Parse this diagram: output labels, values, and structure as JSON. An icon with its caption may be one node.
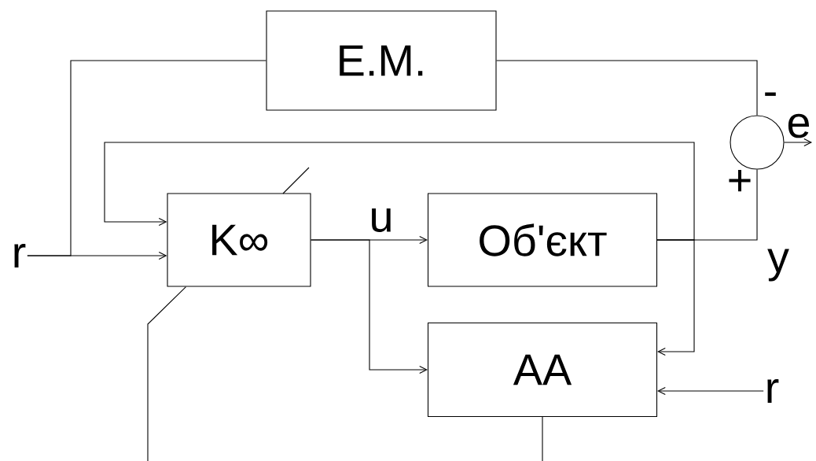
{
  "diagram": {
    "nodes": [
      {
        "text": [
          "E.M."
        ]
      },
      {
        "text": [],
        "shape": "circle"
      },
      {
        "text": [
          "K∞"
        ]
      },
      {
        "text": [
          "Об'єкт"
        ]
      },
      {
        "text": [
          "AA"
        ]
      },
      {
        "text": [
          "r"
        ]
      },
      {
        "text": [
          "r"
        ]
      },
      {
        "text": [
          "e"
        ]
      }
    ],
    "edges": [
      {
        "from": 5,
        "to": 2,
        "arrow": "to"
      },
      {
        "from": 5,
        "to": 0,
        "arrow": "none"
      },
      {
        "from": 0,
        "to": 1,
        "arrow": "none"
      },
      {
        "from": 2,
        "to": 3,
        "arrow": "to",
        "label": "u"
      },
      {
        "from": 2,
        "to": 4,
        "arrow": "to"
      },
      {
        "from": 3,
        "to": 1,
        "arrow": "none"
      },
      {
        "from": 3,
        "to": 2,
        "arrow": "to"
      },
      {
        "from": 3,
        "to": 4,
        "arrow": "to"
      },
      {
        "from": 1,
        "to": 7,
        "arrow": "to"
      },
      {
        "from": 6,
        "to": 4,
        "arrow": "to"
      },
      {
        "from": 4,
        "to": null,
        "arrow": "none"
      },
      {
        "from": null,
        "to": 2,
        "arrow": "none"
      }
    ],
    "labels": [
      "-",
      "+",
      "y"
    ]
  }
}
